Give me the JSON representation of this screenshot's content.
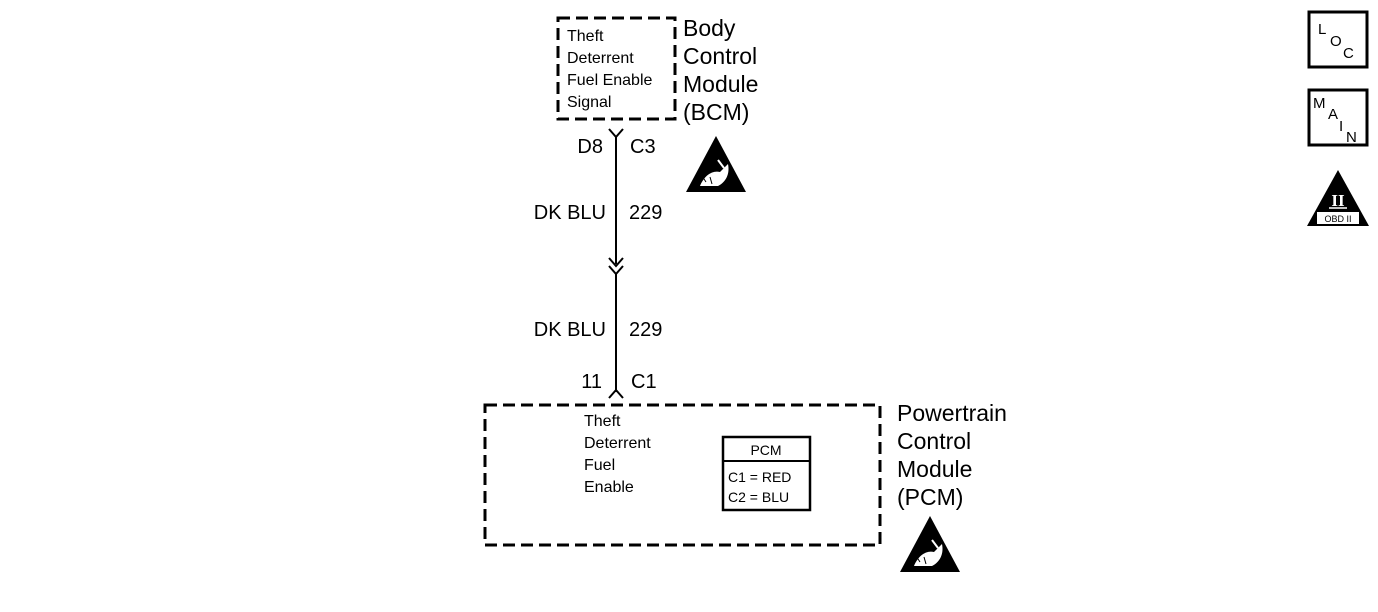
{
  "bcm": {
    "name_lines": [
      "Body",
      "Control",
      "Module",
      "(BCM)"
    ],
    "signal_lines": [
      "Theft",
      "Deterrent",
      "Fuel Enable",
      "Signal"
    ],
    "pin": "D8",
    "connector": "C3"
  },
  "wire_upper": {
    "color": "DK BLU",
    "circuit": "229"
  },
  "wire_lower": {
    "color": "DK BLU",
    "circuit": "229"
  },
  "pcm": {
    "name_lines": [
      "Powertrain",
      "Control",
      "Module",
      "(PCM)"
    ],
    "signal_lines": [
      "Theft",
      "Deterrent",
      "Fuel",
      "Enable"
    ],
    "pin": "11",
    "connector": "C1",
    "legend": {
      "title": "PCM",
      "rows": [
        "C1 = RED",
        "C2 = BLU"
      ]
    }
  },
  "icons": {
    "loc": [
      "L",
      "O",
      "C"
    ],
    "main": [
      "M",
      "A",
      "I",
      "N"
    ],
    "obd": {
      "numeral": "II",
      "label": "OBD II"
    }
  }
}
